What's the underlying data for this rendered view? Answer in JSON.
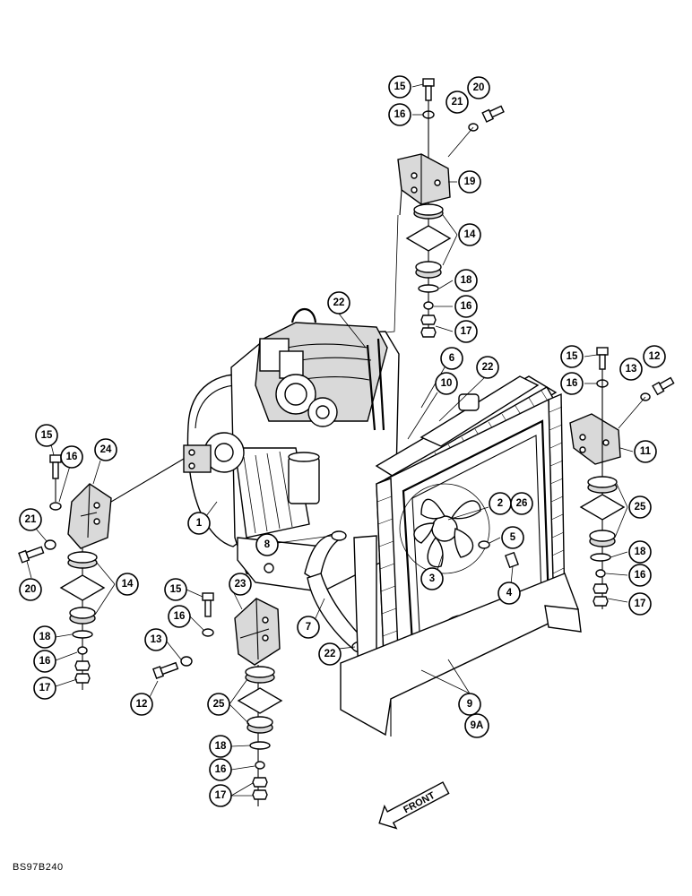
{
  "figure_code": "BS97B240",
  "front_label": "FRONT",
  "callouts": [
    {
      "id": "c1",
      "label": "15"
    },
    {
      "id": "c2",
      "label": "20"
    },
    {
      "id": "c3",
      "label": "16"
    },
    {
      "id": "c4",
      "label": "21"
    },
    {
      "id": "c5",
      "label": "19"
    },
    {
      "id": "c6",
      "label": "14"
    },
    {
      "id": "c7",
      "label": "18"
    },
    {
      "id": "c8",
      "label": "16"
    },
    {
      "id": "c9",
      "label": "17"
    },
    {
      "id": "c10",
      "label": "22"
    },
    {
      "id": "c11",
      "label": "6"
    },
    {
      "id": "c12",
      "label": "22"
    },
    {
      "id": "c13",
      "label": "10"
    },
    {
      "id": "c14",
      "label": "15"
    },
    {
      "id": "c15",
      "label": "12"
    },
    {
      "id": "c16",
      "label": "13"
    },
    {
      "id": "c17",
      "label": "16"
    },
    {
      "id": "c18",
      "label": "11"
    },
    {
      "id": "c19",
      "label": "25"
    },
    {
      "id": "c20",
      "label": "18"
    },
    {
      "id": "c21",
      "label": "16"
    },
    {
      "id": "c22",
      "label": "17"
    },
    {
      "id": "c23",
      "label": "2"
    },
    {
      "id": "c24",
      "label": "26"
    },
    {
      "id": "c25",
      "label": "5"
    },
    {
      "id": "c26",
      "label": "3"
    },
    {
      "id": "c27",
      "label": "4"
    },
    {
      "id": "c28",
      "label": "15"
    },
    {
      "id": "c29",
      "label": "24"
    },
    {
      "id": "c30",
      "label": "16"
    },
    {
      "id": "c31",
      "label": "1"
    },
    {
      "id": "c32",
      "label": "21"
    },
    {
      "id": "c33",
      "label": "20"
    },
    {
      "id": "c34",
      "label": "14"
    },
    {
      "id": "c35",
      "label": "18"
    },
    {
      "id": "c36",
      "label": "16"
    },
    {
      "id": "c37",
      "label": "17"
    },
    {
      "id": "c38",
      "label": "8"
    },
    {
      "id": "c39",
      "label": "23"
    },
    {
      "id": "c40",
      "label": "15"
    },
    {
      "id": "c41",
      "label": "16"
    },
    {
      "id": "c42",
      "label": "13"
    },
    {
      "id": "c43",
      "label": "12"
    },
    {
      "id": "c44",
      "label": "7"
    },
    {
      "id": "c45",
      "label": "22"
    },
    {
      "id": "c46",
      "label": "25"
    },
    {
      "id": "c47",
      "label": "18"
    },
    {
      "id": "c48",
      "label": "16"
    },
    {
      "id": "c49",
      "label": "17"
    },
    {
      "id": "c50",
      "label": "9"
    },
    {
      "id": "c51",
      "label": "9A"
    }
  ]
}
